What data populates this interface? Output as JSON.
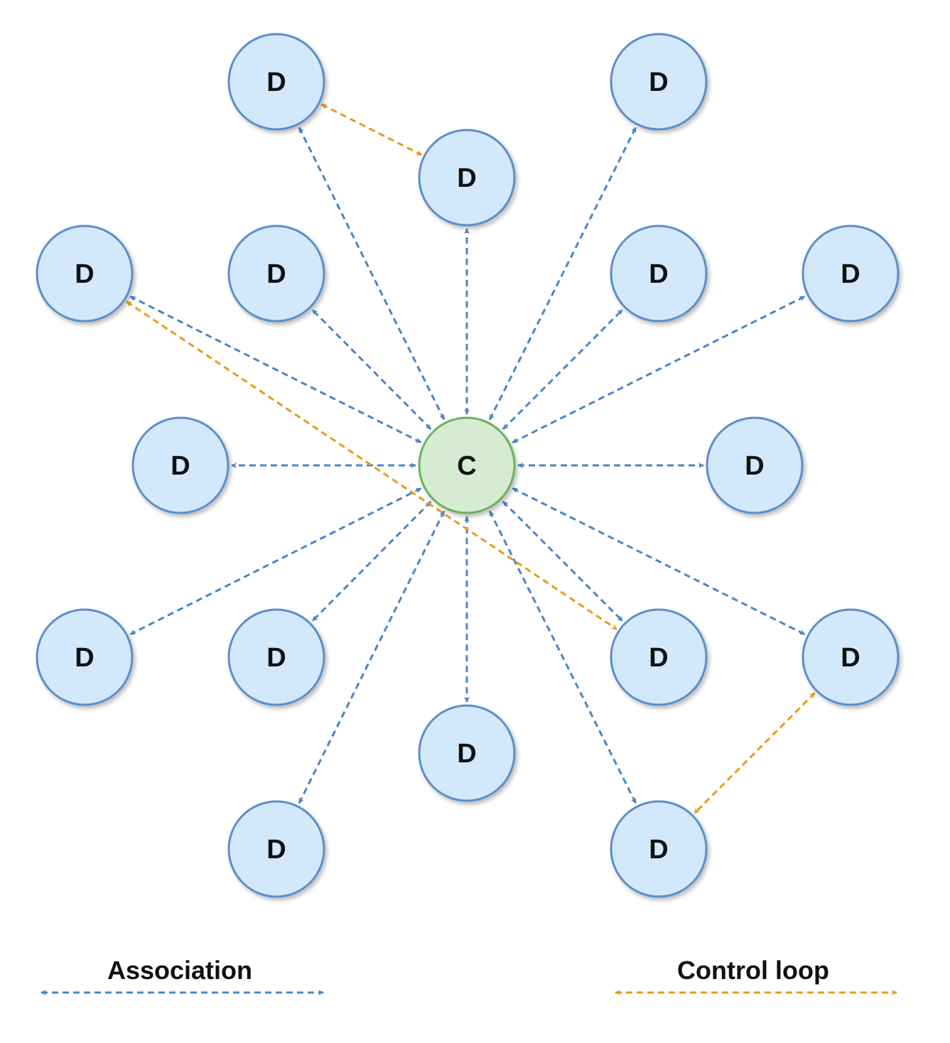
{
  "colors": {
    "association": "#4a86c5",
    "control_loop": "#e99a1a",
    "device_fill": "#d4e8fb",
    "device_stroke": "#5b8ec9",
    "controller_fill": "#d5ecd0",
    "controller_stroke": "#6ab15e"
  },
  "controller": {
    "id": "c",
    "label": "C"
  },
  "devices": [
    {
      "id": "d1",
      "label": "D"
    },
    {
      "id": "d2",
      "label": "D"
    },
    {
      "id": "d3",
      "label": "D"
    },
    {
      "id": "d4",
      "label": "D"
    },
    {
      "id": "d5",
      "label": "D"
    },
    {
      "id": "d6",
      "label": "D"
    },
    {
      "id": "d7",
      "label": "D"
    },
    {
      "id": "d8",
      "label": "D"
    },
    {
      "id": "d9",
      "label": "D"
    },
    {
      "id": "d10",
      "label": "D"
    },
    {
      "id": "d11",
      "label": "D"
    },
    {
      "id": "d12",
      "label": "D"
    },
    {
      "id": "d13",
      "label": "D"
    },
    {
      "id": "d14",
      "label": "D"
    },
    {
      "id": "d15",
      "label": "D"
    },
    {
      "id": "d16",
      "label": "D"
    },
    {
      "id": "d17",
      "label": "D"
    }
  ],
  "associations": [
    {
      "from": "c",
      "to": "d1"
    },
    {
      "from": "c",
      "to": "d2"
    },
    {
      "from": "c",
      "to": "d3"
    },
    {
      "from": "c",
      "to": "d4"
    },
    {
      "from": "c",
      "to": "d5"
    },
    {
      "from": "c",
      "to": "d6"
    },
    {
      "from": "c",
      "to": "d7"
    },
    {
      "from": "c",
      "to": "d8"
    },
    {
      "from": "c",
      "to": "d9"
    },
    {
      "from": "c",
      "to": "d10"
    },
    {
      "from": "c",
      "to": "d11"
    },
    {
      "from": "c",
      "to": "d12"
    },
    {
      "from": "c",
      "to": "d13"
    },
    {
      "from": "c",
      "to": "d14"
    },
    {
      "from": "c",
      "to": "d15"
    },
    {
      "from": "c",
      "to": "d16"
    },
    {
      "from": "c",
      "to": "d17"
    }
  ],
  "control_loops": [
    {
      "from": "d1",
      "to": "d3"
    },
    {
      "from": "d4",
      "to": "d13"
    },
    {
      "from": "d14",
      "to": "d17"
    }
  ],
  "legend": {
    "association_label": "Association",
    "control_loop_label": "Control loop"
  }
}
